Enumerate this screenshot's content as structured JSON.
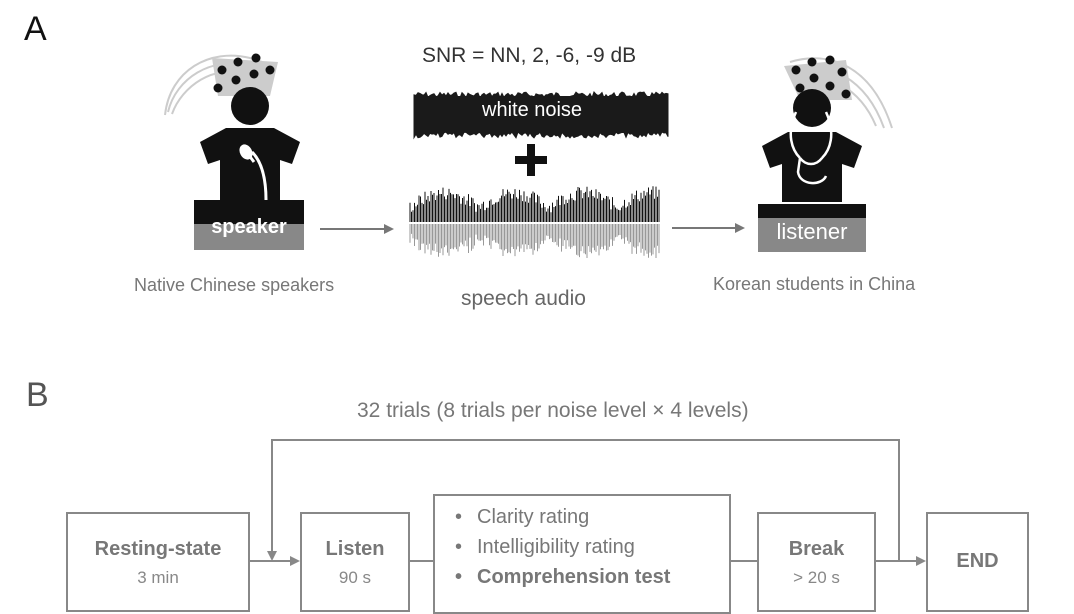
{
  "panel_a": {
    "letter": "A",
    "snr_text": "SNR = NN, 2, -6, -9 dB",
    "noise_label": "white noise",
    "speaker_label": "speaker",
    "listener_label": "listener",
    "speaker_caption": "Native Chinese speakers",
    "audio_caption": "speech audio",
    "listener_caption": "Korean students in China"
  },
  "panel_b": {
    "letter": "B",
    "trials_text": "32 trials (8 trials per noise level × 4 levels)",
    "resting": {
      "title": "Resting-state",
      "sub": "3 min"
    },
    "listen": {
      "title": "Listen",
      "sub": "90 s"
    },
    "ratings": [
      "Clarity rating",
      "Intelligibility rating",
      "Comprehension test"
    ],
    "break": {
      "title": "Break",
      "sub": "> 20 s"
    },
    "end": {
      "title": "END"
    }
  }
}
